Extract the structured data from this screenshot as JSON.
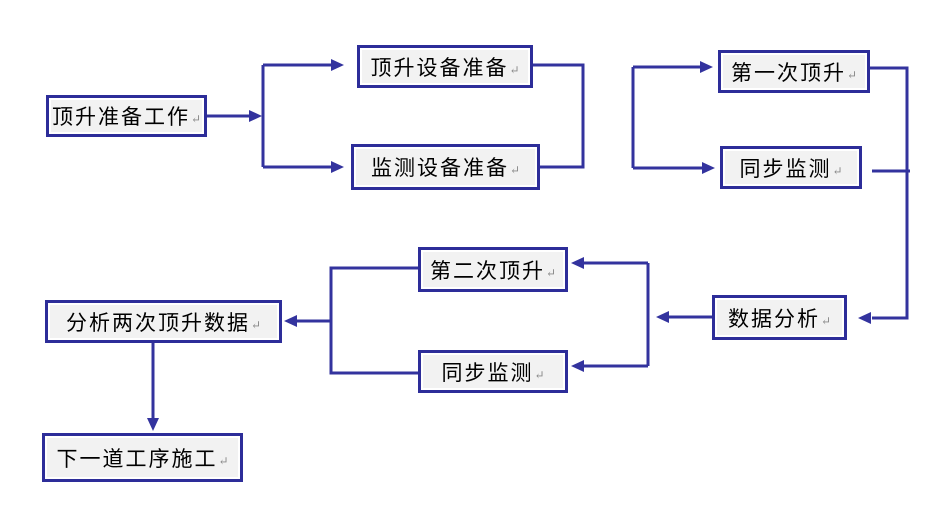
{
  "return_mark": "↵",
  "colors": {
    "line": "#33339E",
    "box_border": "#2D2D99",
    "box_fill": "#F2F2F2",
    "background": "#FFFFFF",
    "text": "#000000",
    "paragraph_mark": "#8A8A8A"
  },
  "nodes": [
    {
      "id": "jacking-preparation",
      "label": "顶升准备工作"
    },
    {
      "id": "jacking-equipment-preparation",
      "label": "顶升设备准备"
    },
    {
      "id": "monitoring-equipment-preparation",
      "label": "监测设备准备"
    },
    {
      "id": "first-jacking",
      "label": "第一次顶升"
    },
    {
      "id": "synchronous-monitoring-1",
      "label": "同步监测"
    },
    {
      "id": "data-analysis",
      "label": "数据分析"
    },
    {
      "id": "second-jacking",
      "label": "第二次顶升"
    },
    {
      "id": "synchronous-monitoring-2",
      "label": "同步监测"
    },
    {
      "id": "analyze-two-jacking-data",
      "label": "分析两次顶升数据"
    },
    {
      "id": "next-process-construction",
      "label": "下一道工序施工"
    }
  ]
}
